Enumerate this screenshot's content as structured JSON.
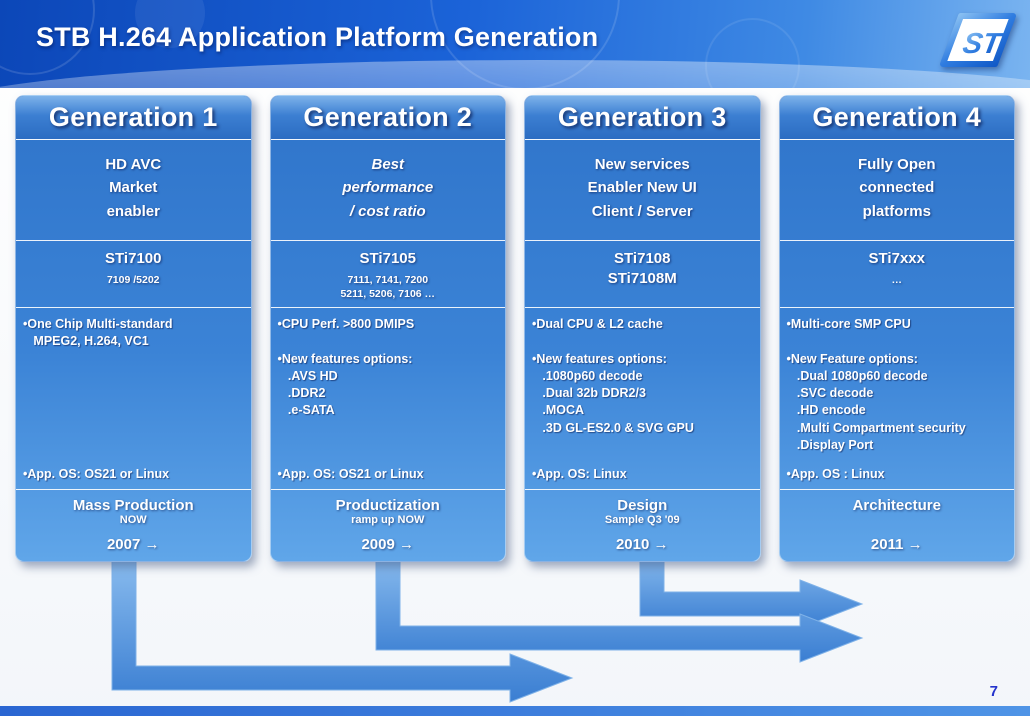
{
  "slide": {
    "title": "STB H.264 Application Platform Generation",
    "page_number": "7",
    "logo_text": "ST"
  },
  "colors": {
    "banner_blue": "#1b63d8",
    "column_blue": "#3b83d6",
    "arrow_blue": "#5e9fe2",
    "page_number_blue": "#2433cc"
  },
  "generations": [
    {
      "header": "Generation 1",
      "description": "HD AVC\nMarket\nenabler",
      "chip_main": "STi7100",
      "chip_sub": "7109 /5202",
      "features": [
        "•One Chip Multi-standard",
        "   MPEG2, H.264, VC1"
      ],
      "os": "•App. OS: OS21 or Linux",
      "milestone": "Mass Production",
      "milestone_sub": "NOW",
      "year": "2007 →"
    },
    {
      "header": "Generation 2",
      "description": "Best\nperformance\n/ cost ratio",
      "chip_main": "STi7105",
      "chip_sub": "7111, 7141, 7200\n5211, 5206, 7106 …",
      "features": [
        "•CPU Perf. >800 DMIPS",
        "",
        "•New features options:",
        "   .AVS HD",
        "   .DDR2",
        "   .e-SATA"
      ],
      "os": "•App. OS: OS21 or Linux",
      "milestone": "Productization",
      "milestone_sub": "ramp up NOW",
      "year": "2009 →"
    },
    {
      "header": "Generation 3",
      "description": "New services\nEnabler New UI\nClient / Server",
      "chip_main": "STi7108\nSTi7108M",
      "chip_sub": "",
      "features": [
        "•Dual CPU & L2 cache",
        "",
        "•New features options:",
        "   .1080p60 decode",
        "   .Dual 32b DDR2/3",
        "   .MOCA",
        "   .3D GL-ES2.0 & SVG GPU"
      ],
      "os": "•App. OS: Linux",
      "milestone": "Design",
      "milestone_sub": "Sample Q3 '09",
      "year": "2010 →"
    },
    {
      "header": "Generation 4",
      "description": "Fully Open\nconnected\nplatforms",
      "chip_main": "STi7xxx",
      "chip_sub": "…",
      "features": [
        "•Multi-core SMP CPU",
        "",
        "•New Feature options:",
        "   .Dual 1080p60 decode",
        "   .SVC decode",
        "   .HD encode",
        "   .Multi Compartment security",
        "   .Display Port"
      ],
      "os": "•App. OS : Linux",
      "milestone": "Architecture",
      "milestone_sub": "",
      "year": "2011 →"
    }
  ]
}
